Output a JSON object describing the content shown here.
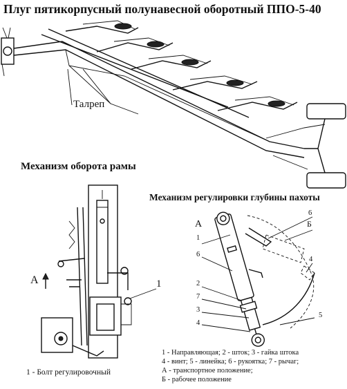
{
  "title": "Плуг пятикорпусный полунавесной оборотный ППО-5-40",
  "plough": {
    "label_talrep": "Талреп"
  },
  "mechanism_rotation": {
    "heading": "Механизм оборота рамы",
    "label_A": "А",
    "callout_1": "1",
    "caption": "1 - Болт регулировочный"
  },
  "mechanism_depth": {
    "heading": "Механизм регулировки глубины пахоты",
    "label_A": "А",
    "label_B": "Б",
    "callouts": [
      "1",
      "6",
      "2",
      "7",
      "3",
      "4",
      "6",
      "5",
      "4"
    ],
    "legend": [
      "1 - Направляющая; 2 - шток; 3 - гайка штока",
      "4 - винт; 5 - линейка; 6 - рукоятка; 7 - рычаг;",
      "А - транспортное положение;",
      "Б - рабочее положение"
    ]
  }
}
